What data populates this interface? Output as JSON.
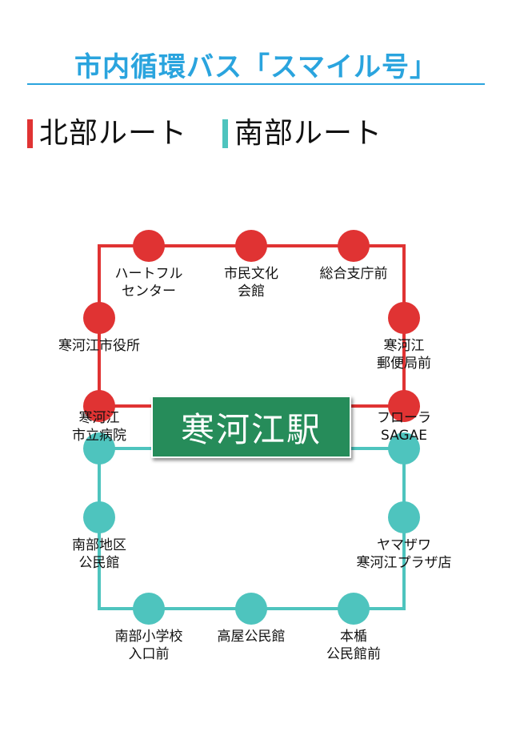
{
  "title": "市内循環バス「スマイル号」",
  "colors": {
    "title": "#2aa4de",
    "rule": "#2aa4de",
    "north": "#e03333",
    "south": "#4ec4be",
    "station": "#268c5a"
  },
  "legend": {
    "north_label": "北部ルート",
    "south_label": "南部ルート"
  },
  "station": {
    "label": "寒河江駅"
  },
  "north_stops": [
    {
      "line1": "ハートフル",
      "line2": "センター"
    },
    {
      "line1": "市民文化",
      "line2": "会館"
    },
    {
      "line1": "総合支庁前",
      "line2": ""
    },
    {
      "line1": "寒河江市役所",
      "line2": ""
    },
    {
      "line1": "寒河江",
      "line2": "郵便局前"
    },
    {
      "line1": "寒河江",
      "line2": "市立病院"
    },
    {
      "line1": "フローラ",
      "line2": "SAGAE"
    }
  ],
  "south_stops": [
    {
      "line1": "南部地区",
      "line2": "公民館"
    },
    {
      "line1": "ヤマザワ",
      "line2": "寒河江プラザ店"
    },
    {
      "line1": "南部小学校",
      "line2": "入口前"
    },
    {
      "line1": "高屋公民館",
      "line2": ""
    },
    {
      "line1": "本楯",
      "line2": "公民館前"
    }
  ]
}
